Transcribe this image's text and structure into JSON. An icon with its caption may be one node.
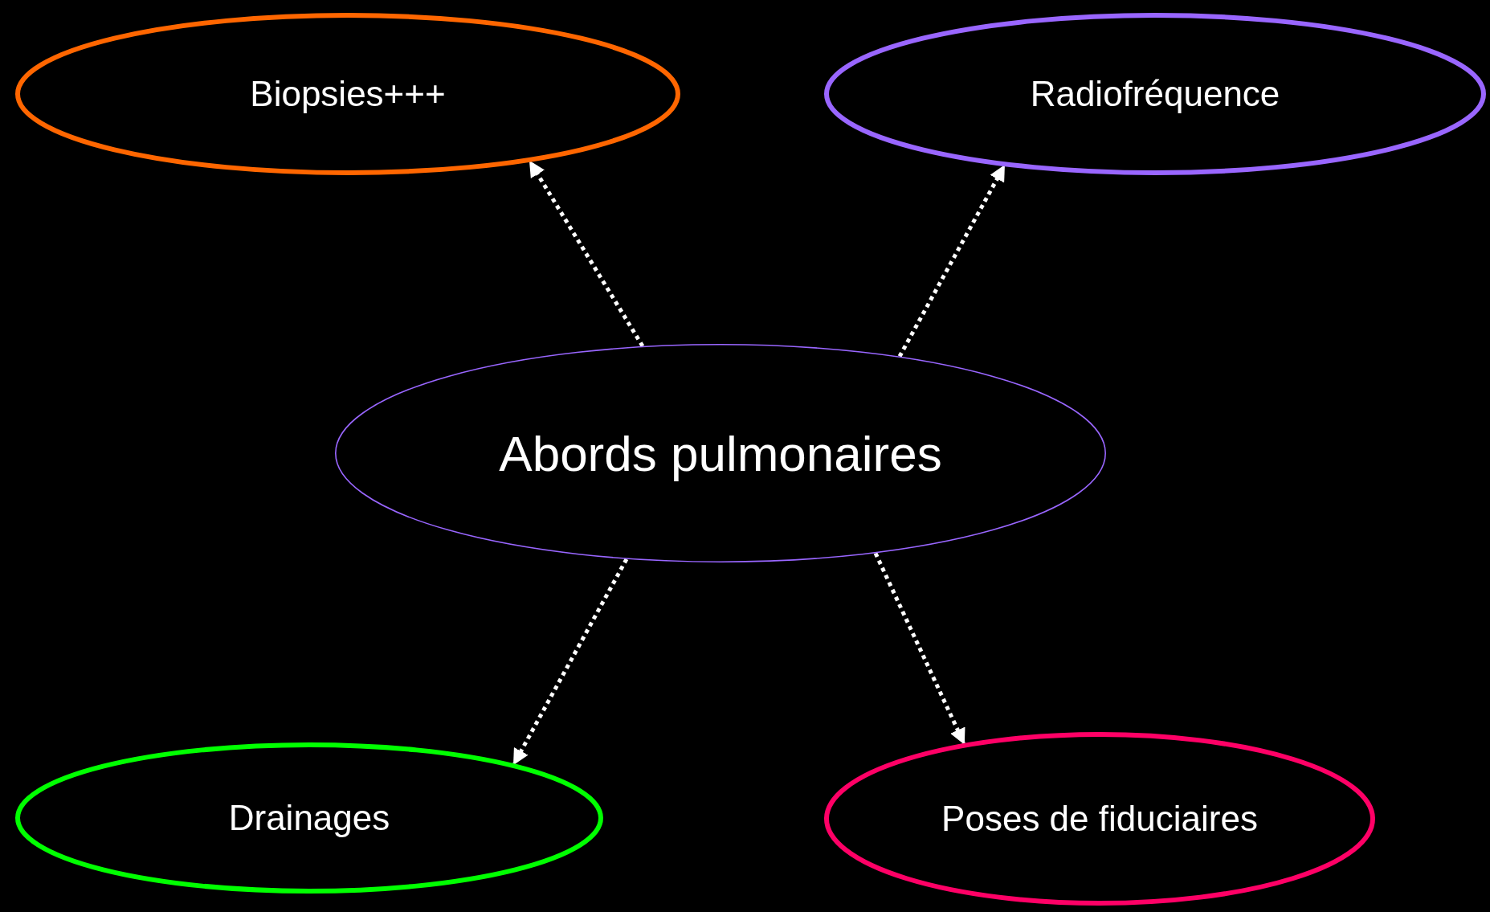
{
  "diagram": {
    "nodes": [
      {
        "text": [
          "Abords pulmonaires"
        ]
      },
      {
        "text": [
          "Biopsies+++"
        ]
      },
      {
        "text": [
          "Radiofréquence"
        ]
      },
      {
        "text": [
          "Drainages"
        ]
      },
      {
        "text": [
          "Poses de fiduciaires"
        ]
      }
    ],
    "edges": [
      {
        "from": 0,
        "to": 1,
        "arrow": "to",
        "style": "dashed"
      },
      {
        "from": 0,
        "to": 2,
        "arrow": "to",
        "style": "dashed"
      },
      {
        "from": 0,
        "to": 3,
        "arrow": "to",
        "style": "dashed"
      },
      {
        "from": 0,
        "to": 4,
        "arrow": "to",
        "style": "dashed"
      }
    ]
  }
}
